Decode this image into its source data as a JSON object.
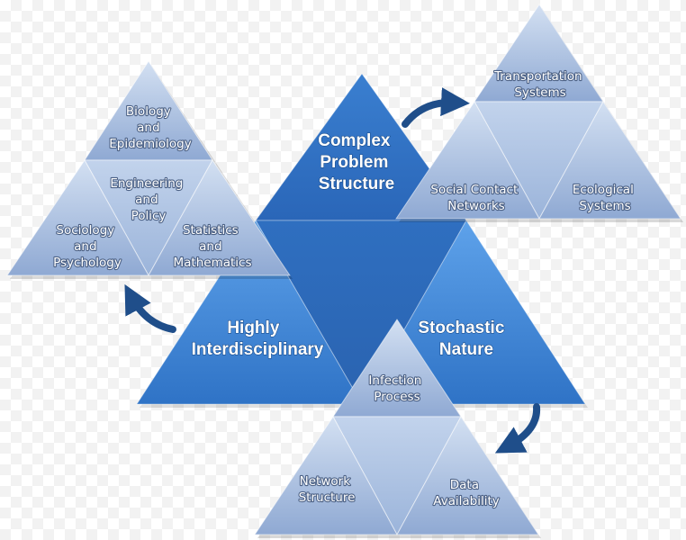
{
  "main_triangle": {
    "top": [
      "Complex",
      "Problem",
      "Structure"
    ],
    "left": [
      "Highly",
      "Interdisciplinary"
    ],
    "right": [
      "Stochastic",
      "Nature"
    ]
  },
  "left_pyramid": {
    "top": [
      "Biology",
      "and",
      "Epidemiology"
    ],
    "middle": [
      "Engineering",
      "and",
      "Policy"
    ],
    "bottom_left": [
      "Sociology",
      "and",
      "Psychology"
    ],
    "bottom_right": [
      "Statistics",
      "and",
      "Mathematics"
    ]
  },
  "right_pyramid": {
    "top": [
      "Transportation",
      "Systems"
    ],
    "bottom_left": [
      "Social Contact",
      "Networks"
    ],
    "bottom_right": [
      "Ecological",
      "Systems"
    ]
  },
  "bottom_pyramid": {
    "top": [
      "Infection",
      "Process"
    ],
    "bottom_left": [
      "Network",
      "Structure"
    ],
    "bottom_right": [
      "Data",
      "Availability"
    ]
  },
  "colors": {
    "main_blue": "#3f86d6",
    "main_blue_dark": "#1f5fae",
    "pale_blue": "#b3c8e6",
    "pale_blue_dark": "#7f9bc8",
    "arrow": "#1f4e8a"
  }
}
